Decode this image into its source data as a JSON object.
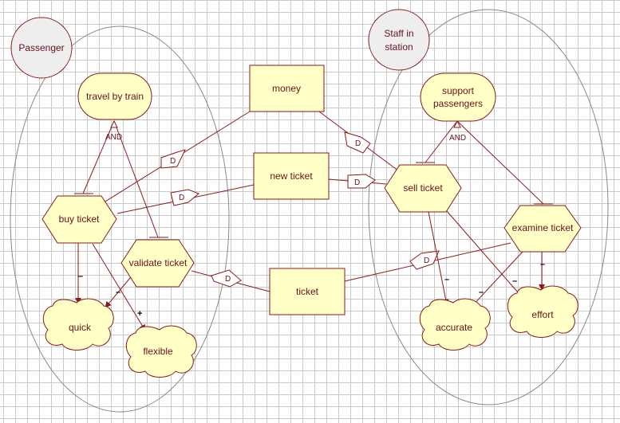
{
  "actors": [
    {
      "id": "passenger",
      "label": "Passenger"
    },
    {
      "id": "staff",
      "label": [
        "Staff in",
        "station"
      ]
    }
  ],
  "goals": {
    "travel": "travel by train",
    "support": [
      "support",
      "passengers"
    ]
  },
  "tasks": {
    "buy": "buy ticket",
    "validate": "validate ticket",
    "sell": "sell ticket",
    "examine": "examine ticket"
  },
  "resources": {
    "money": "money",
    "new_ticket": "new ticket",
    "ticket": "ticket"
  },
  "softgoals": {
    "quick": "quick",
    "flexible": "flexible",
    "accurate": "accurate",
    "effort": "effort"
  },
  "decomposition": {
    "and_left": "AND",
    "and_right": "AND"
  },
  "dependency_marker": "D",
  "contribution_signs": {
    "minus": "–",
    "plus": "+"
  },
  "colors": {
    "outline": "#8b1a1a",
    "fill": "#ffffc6",
    "actor_fill": "#eeeeee",
    "boundary": "#8a8a8a",
    "text": "#6b1020"
  }
}
